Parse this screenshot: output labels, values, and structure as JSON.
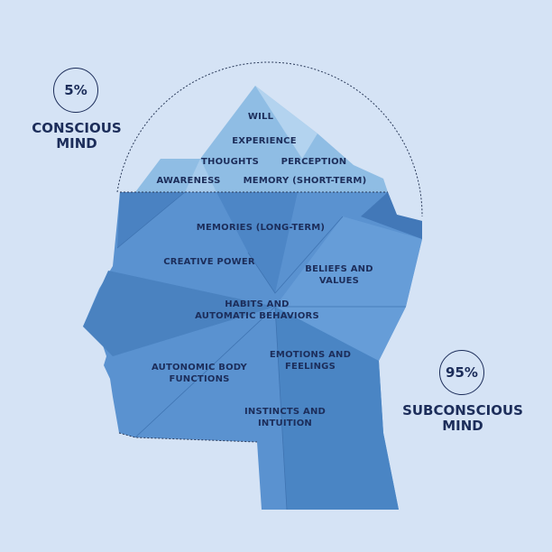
{
  "conscious": {
    "percent": "5%",
    "label_line1": "CONSCIOUS",
    "label_line2": "MIND"
  },
  "subconscious": {
    "percent": "95%",
    "label_line1": "SUBCONSCIOUS",
    "label_line2": "MIND"
  },
  "conscious_items": [
    "WILL",
    "EXPERIENCE",
    "THOUGHTS",
    "PERCEPTION",
    "AWARENESS",
    "MEMORY (SHORT-TERM)"
  ],
  "subconscious_items": [
    "MEMORIES (LONG-TERM)",
    "CREATIVE POWER",
    "BELIEFS AND",
    "VALUES",
    "HABITS AND",
    "AUTOMATIC BEHAVIORS",
    "EMOTIONS AND",
    "FEELINGS",
    "AUTONOMIC BODY",
    "FUNCTIONS",
    "INSTINCTS AND",
    "INTUITION"
  ],
  "colors": {
    "background": "#d5e3f5",
    "text": "#1c2d5a",
    "iceberg": "#8fbde4",
    "head": "#5a92d0"
  }
}
